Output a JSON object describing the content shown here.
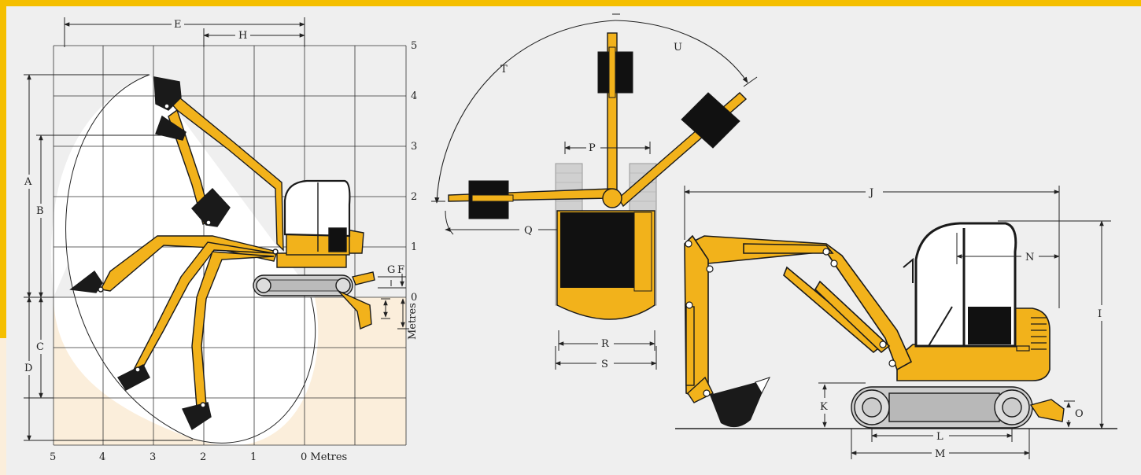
{
  "colors": {
    "frame": "#f5bf00",
    "machine": "#f2b21b",
    "outline": "#1a1a1a",
    "track": "#cccccc",
    "cab": "#111111",
    "dig_zone": "#fbeedb",
    "panel": "#efefef"
  },
  "grid": {
    "right_axis_labels": [
      "5",
      "4",
      "3",
      "2",
      "1",
      "0"
    ],
    "right_axis_unit": "Metres",
    "bottom_axis_labels": [
      "5",
      "4",
      "3",
      "2",
      "1",
      "0 Metres"
    ]
  },
  "dimensions": {
    "A": "A",
    "B": "B",
    "C": "C",
    "D": "D",
    "E": "E",
    "F": "F",
    "G": "G",
    "H": "H",
    "I": "I",
    "J": "J",
    "K": "K",
    "L": "L",
    "M": "M",
    "N": "N",
    "O": "O",
    "P": "P",
    "Q": "Q",
    "R": "R",
    "S": "S",
    "T": "T",
    "U": "U"
  }
}
